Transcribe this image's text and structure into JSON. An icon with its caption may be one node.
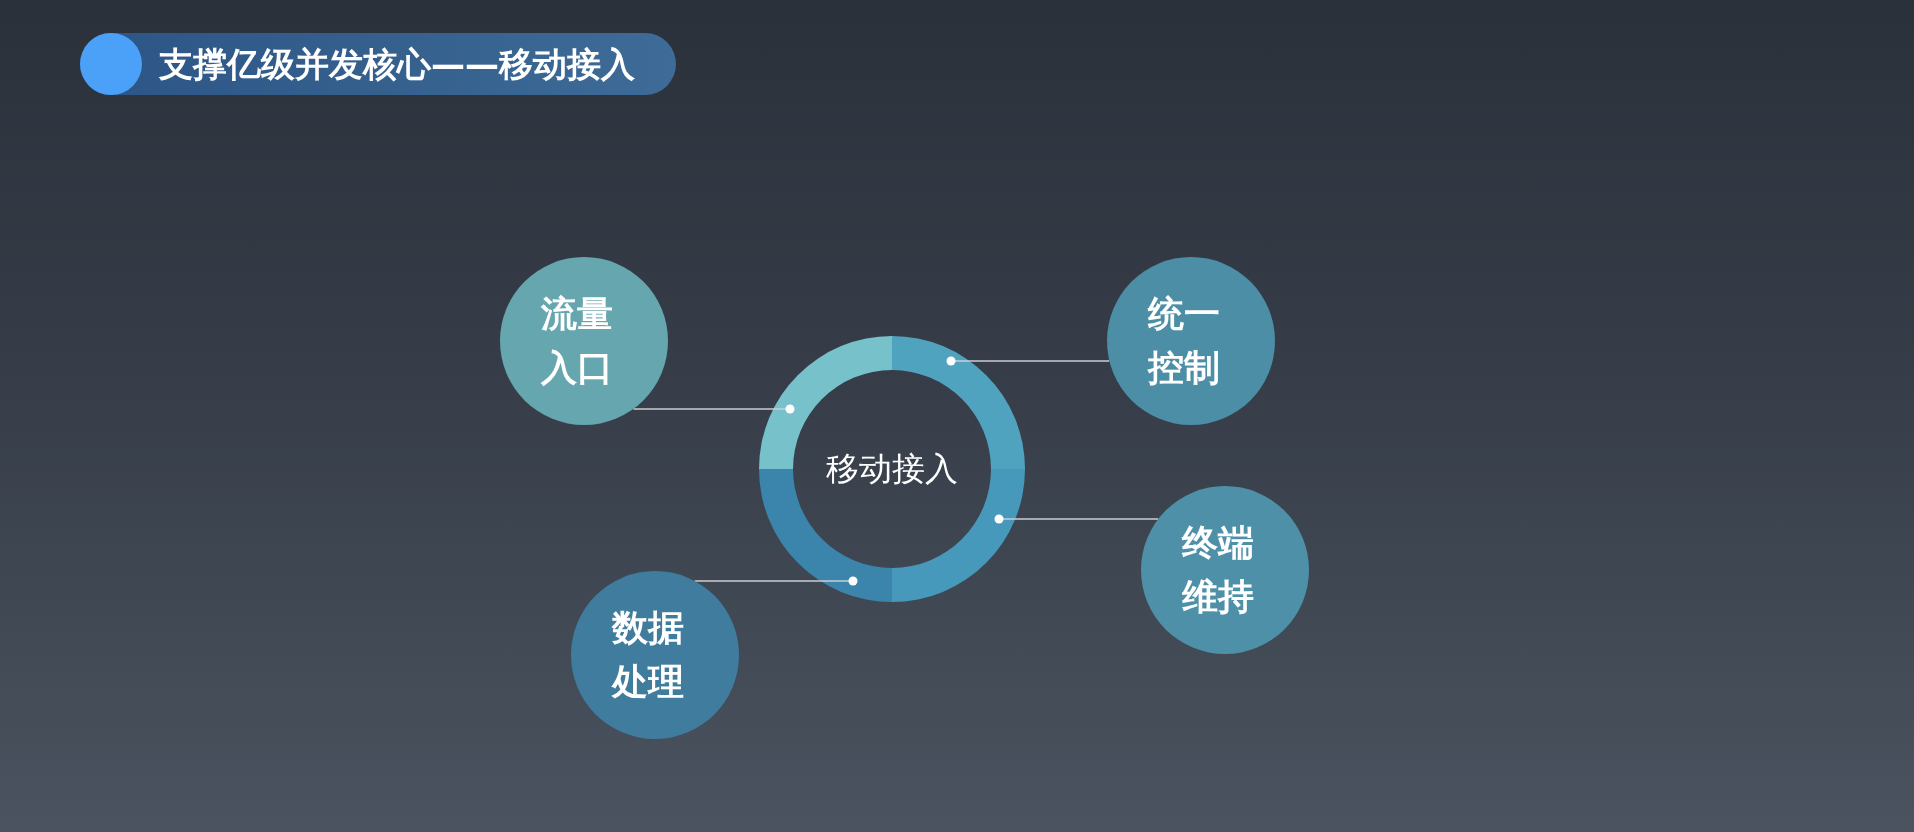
{
  "diagram": {
    "title": "支撑亿级并发核心——移动接入",
    "nodes": [
      {
        "text": [
          "流量入口"
        ]
      },
      {
        "text": [
          "统一控制"
        ]
      },
      {
        "text": [
          "移动接入"
        ]
      },
      {
        "text": [
          "终端维持"
        ]
      },
      {
        "text": [
          "数据处理"
        ]
      }
    ],
    "edges": [
      {
        "from": 0,
        "to": 2,
        "arrow": "other"
      },
      {
        "from": 1,
        "to": 2,
        "arrow": "other"
      },
      {
        "from": 3,
        "to": 2,
        "arrow": "other"
      },
      {
        "from": 4,
        "to": 2,
        "arrow": "other"
      }
    ]
  }
}
